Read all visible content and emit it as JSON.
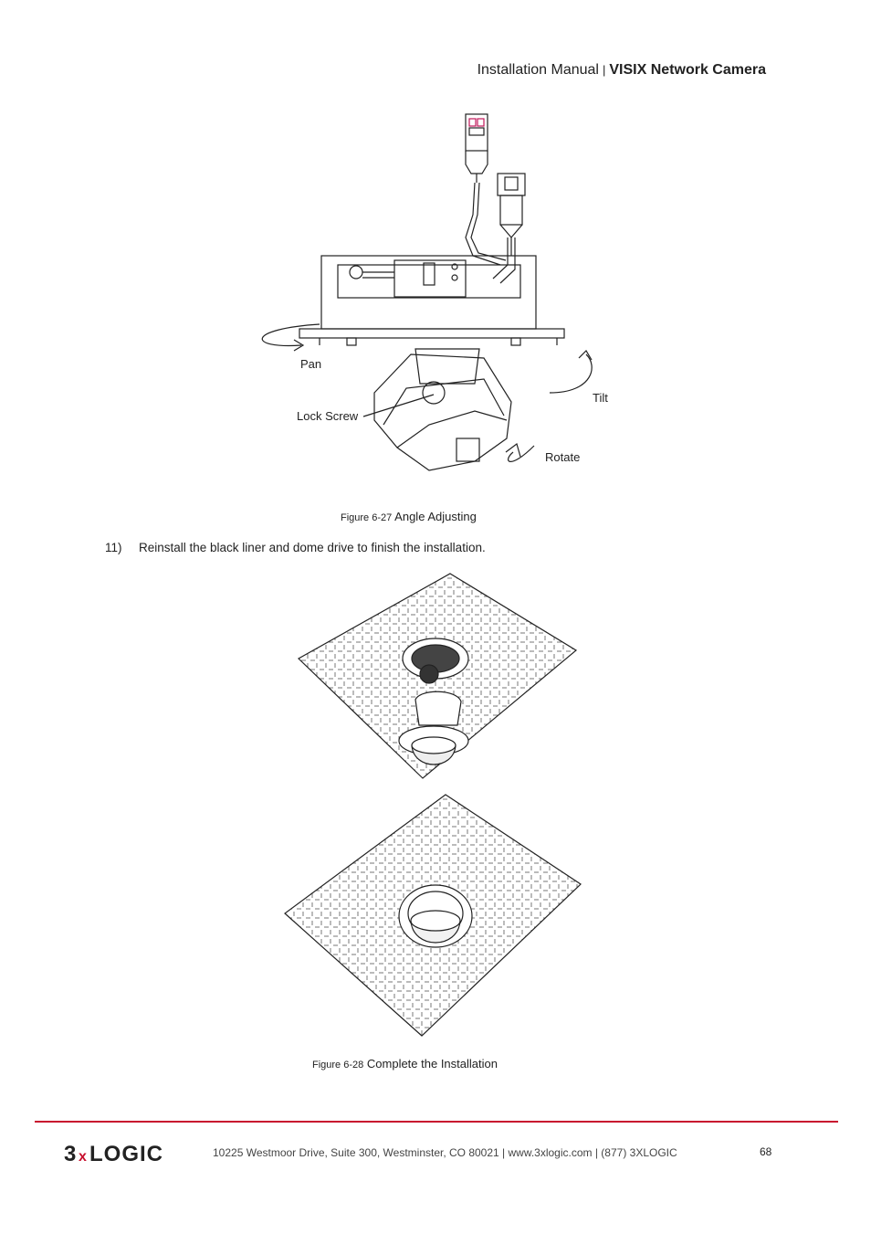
{
  "header": {
    "manual": "Installation Manual",
    "separator": "|",
    "product": "VISIX Network Camera"
  },
  "figure1": {
    "labels": {
      "pan": "Pan",
      "tilt": "Tilt",
      "lock_screw": "Lock Screw",
      "rotate": "Rotate"
    },
    "caption_number": "Figure 6-27",
    "caption_text": "Angle Adjusting"
  },
  "step": {
    "number": "11)",
    "text": "Reinstall the black liner and dome drive to finish the installation."
  },
  "figure2": {
    "caption_number": "Figure 6-28",
    "caption_text": "Complete the Installation"
  },
  "footer": {
    "logo_text": "3xLOGIC",
    "address": "10225 Westmoor Drive, Suite 300, Westminster, CO 80021 | www.3xlogic.com | (877) 3XLOGIC",
    "page": "68",
    "accent_color": "#c8102e"
  }
}
